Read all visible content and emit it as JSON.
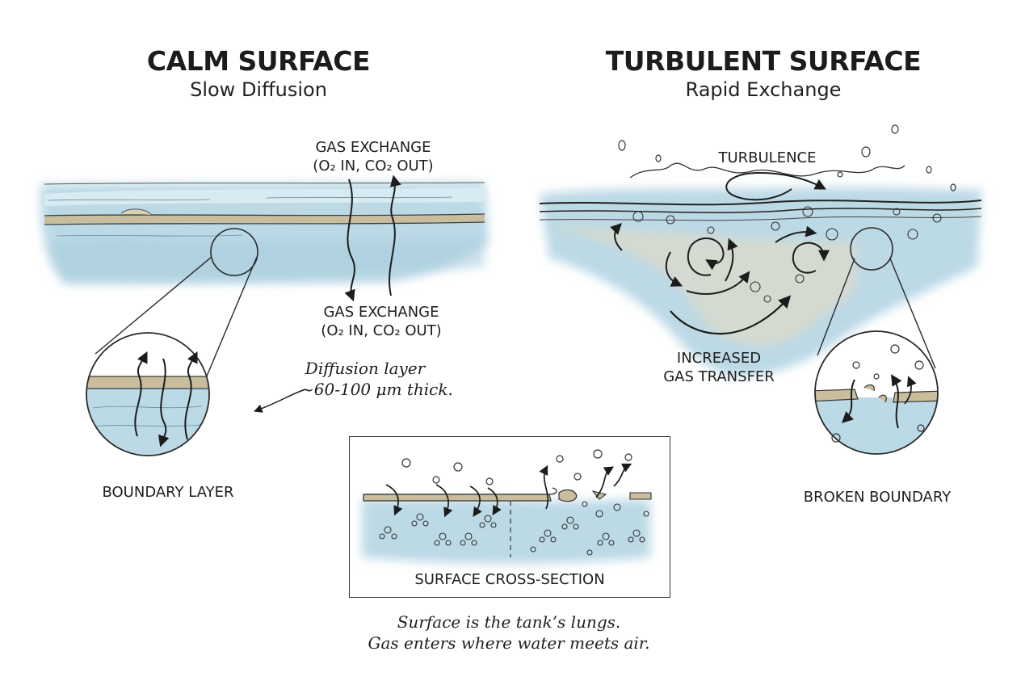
{
  "panels": {
    "calm": {
      "title": "CALM SURFACE",
      "subtitle": "Slow Diffusion",
      "gas_exchange_top": [
        "GAS EXCHANGE",
        "(O₂ IN, CO₂ OUT)"
      ],
      "gas_exchange_bottom": [
        "GAS EXCHANGE",
        "(O₂ IN, CO₂ OUT)"
      ],
      "diffusion_note": [
        "Diffusion layer",
        "~60-100 μm thick."
      ],
      "zoom_label": "BOUNDARY LAYER"
    },
    "turbulent": {
      "title": "TURBULENT SURFACE",
      "subtitle": "Rapid Exchange",
      "turbulence_label": "TURBULENCE",
      "transfer_label": [
        "INCREASED",
        "GAS TRANSFER"
      ],
      "zoom_label": "BROKEN BOUNDARY"
    }
  },
  "cross_section": {
    "label": "SURFACE CROSS-SECTION"
  },
  "footer_note": [
    "Surface is the tank’s lungs.",
    "Gas enters where water meets air."
  ],
  "colors": {
    "water": "#bcd9e6",
    "water_dark": "#9cc3d6",
    "boundary_film": "#c9bd9c",
    "sediment": "#e6dcc2",
    "ink": "#1c1c1c"
  }
}
